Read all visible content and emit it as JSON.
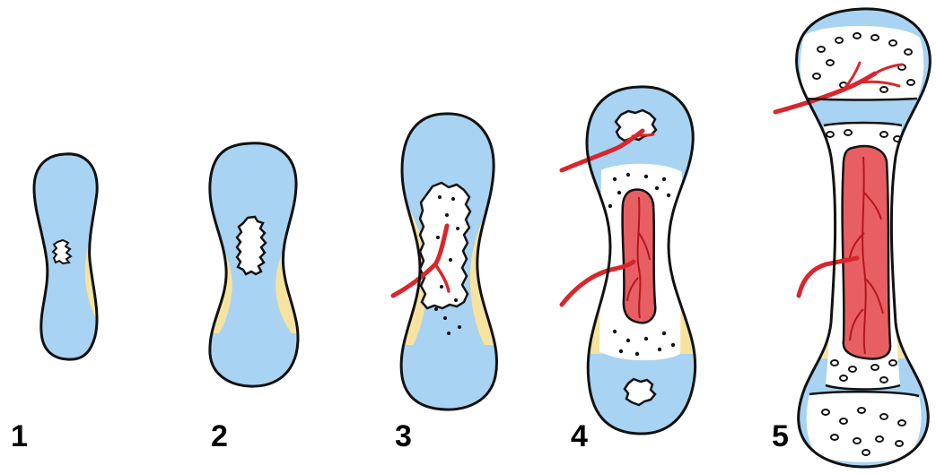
{
  "stages": [
    {
      "label": "1"
    },
    {
      "label": "2"
    },
    {
      "label": "3"
    },
    {
      "label": "4"
    },
    {
      "label": "5"
    }
  ],
  "colors": {
    "cartilage": "#a9d3f2",
    "bone_collar": "#f7e3a0",
    "blood_vessel": "#d9262c",
    "marrow": "#e85f63",
    "outline": "#111111",
    "spongy_bone": "#ffffff"
  }
}
